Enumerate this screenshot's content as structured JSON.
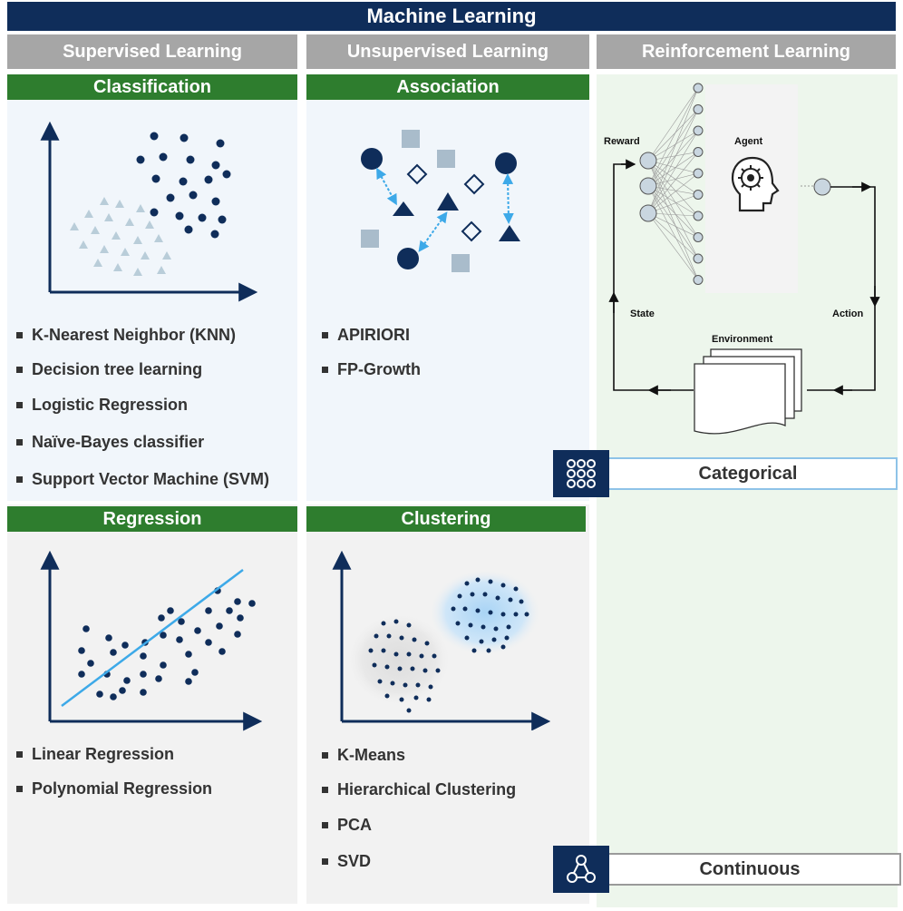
{
  "title": "Machine Learning",
  "columns": {
    "supervised": "Supervised Learning",
    "unsupervised": "Unsupervised Learning",
    "reinforcement": "Reinforcement Learning"
  },
  "sections": {
    "classification": {
      "title": "Classification",
      "items": [
        "K-Nearest Neighbor (KNN)",
        "Decision tree learning",
        "Logistic Regression",
        "Naïve-Bayes classifier",
        "Support Vector Machine (SVM)"
      ]
    },
    "association": {
      "title": "Association",
      "items": [
        "APIRIORI",
        "FP-Growth"
      ]
    },
    "regression": {
      "title": "Regression",
      "items": [
        "Linear Regression",
        "Polynomial Regression"
      ]
    },
    "clustering": {
      "title": "Clustering",
      "items": [
        "K-Means",
        "Hierarchical Clustering",
        "PCA",
        "SVD"
      ]
    }
  },
  "reinforcement_diagram": {
    "reward": "Reward",
    "agent": "Agent",
    "state": "State",
    "action": "Action",
    "environment": "Environment"
  },
  "tags": {
    "categorical": "Categorical",
    "continuous": "Continuous"
  },
  "colors": {
    "navy": "#0f2d5a",
    "green_header": "#2e7d2e",
    "gray_header": "#a6a6a6",
    "light_blue_panel": "#f1f6fb",
    "light_gray_panel": "#f2f2f2",
    "light_green_panel": "#edf6ec",
    "accent_blue": "#3da9e8"
  },
  "icons": {
    "categorical": "grid-dots-icon",
    "continuous": "nodes-tree-icon",
    "agent": "brain-head-icon"
  }
}
